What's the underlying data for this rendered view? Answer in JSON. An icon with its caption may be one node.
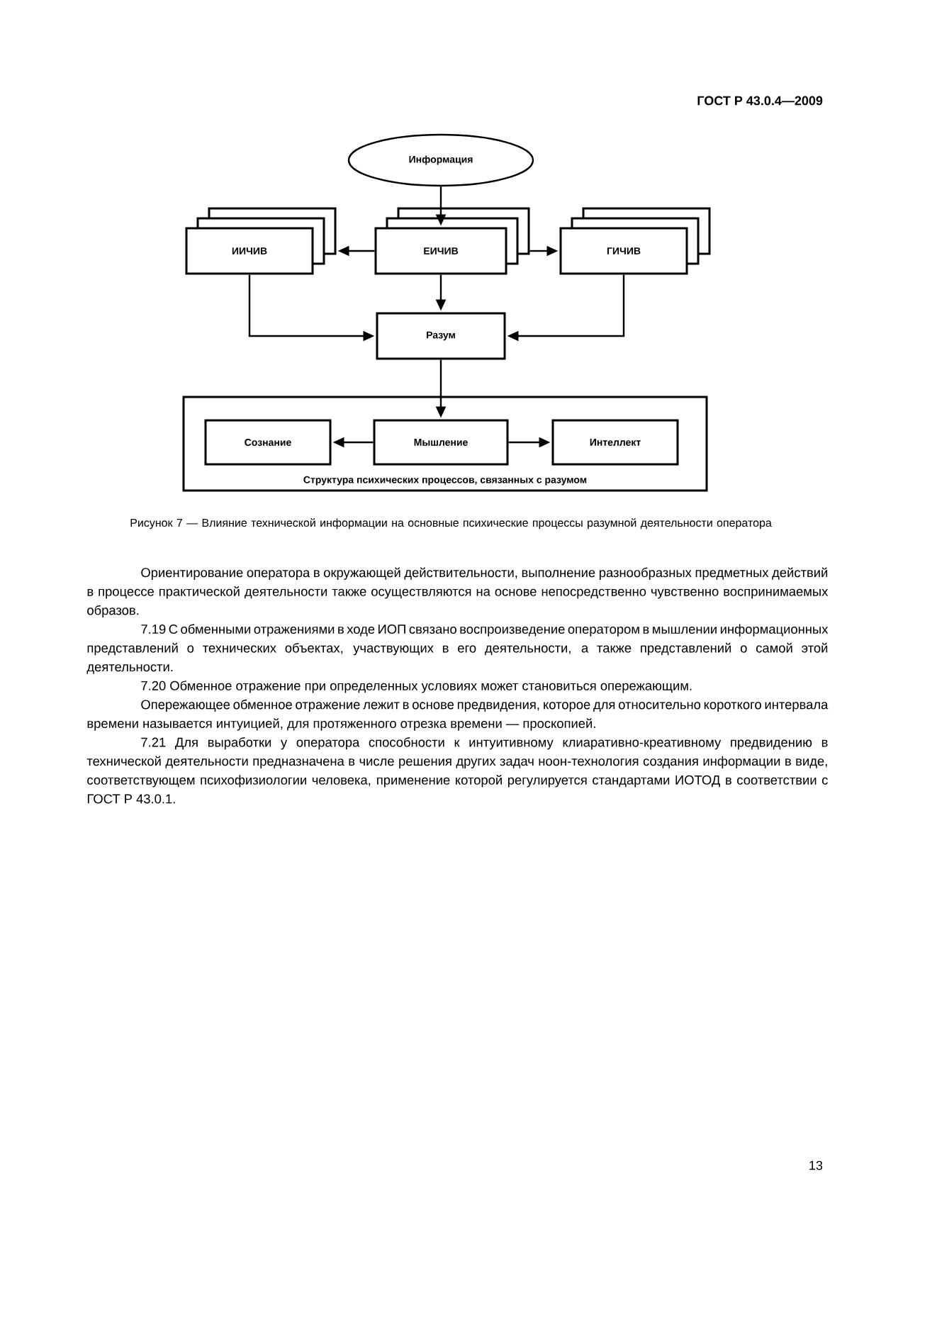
{
  "diagram": {
    "caption": "Рисунок 7 — Влияние технической информации на основные психические процессы разумной деятельности оператора",
    "nodes": [
      {
        "text": [
          "Информация"
        ]
      },
      {
        "text": [
          "ИИЧИВ"
        ]
      },
      {
        "text": [
          "ЕИЧИВ"
        ]
      },
      {
        "text": [
          "ГИЧИВ"
        ]
      },
      {
        "text": [
          "Разум"
        ]
      },
      {
        "text": [
          "Структура психических процессов, связанных с разумом"
        ]
      },
      {
        "text": [
          "Сознание"
        ],
        "in": 5
      },
      {
        "text": [
          "Мышление"
        ],
        "in": 5
      },
      {
        "text": [
          "Интеллект"
        ],
        "in": 5
      }
    ],
    "edges": [
      {
        "from": 0,
        "to": 2,
        "arrow": "to"
      },
      {
        "from": 2,
        "to": 1,
        "arrow": "to"
      },
      {
        "from": 2,
        "to": 3,
        "arrow": "to"
      },
      {
        "from": 2,
        "to": 4,
        "arrow": "to"
      },
      {
        "from": 1,
        "to": 4,
        "arrow": "to"
      },
      {
        "from": 3,
        "to": 4,
        "arrow": "to"
      },
      {
        "from": 4,
        "to": 7,
        "arrow": "to"
      },
      {
        "from": 7,
        "to": 6,
        "arrow": "to"
      },
      {
        "from": 7,
        "to": 8,
        "arrow": "to"
      }
    ],
    "labels": [
      "ГОСТ Р 43.0.4—2009",
      "Ориентирование оператора в окружающей действительности, выполнение разнообразных предметных действий в процессе практической деятельности также осуществляются на основе непосредственно чувственно воспринимаемых образов.",
      "7.19 С обменными отражениями в ходе ИОП связано воспроизведение оператором в мышлении информационных представлений о технических объектах, участвующих в его деятельности, а также представлений о самой этой деятельности.",
      "7.20 Обменное отражение при определенных условиях может становиться опережающим.",
      "Опережающее обменное отражение лежит в основе предвидения, которое для относительно короткого интервала времени называется интуицией, для протяженного отрезка времени — проскопией.",
      "7.21 Для выработки у оператора способности к интуитивному клиаративно-креативному предвидению в технической деятельности предназначена в числе решения других задач ноон-технология создания информации в виде, соответствующем психофизиологии человека, применение которой регулируется стандартами ИОТОД в соответствии с ГОСТ Р 43.0.1.",
      "13"
    ]
  }
}
